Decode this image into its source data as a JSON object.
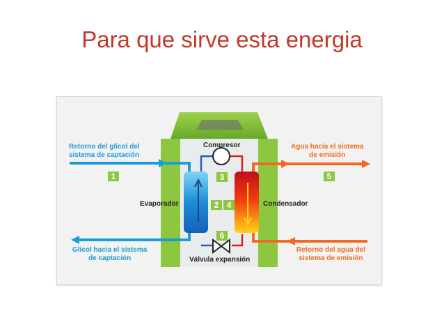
{
  "slide": {
    "title": "Para que sirve esta energia"
  },
  "diagram": {
    "labels": {
      "return_glycol": [
        "Retorno del glicol del",
        "sistema de captación"
      ],
      "glycol_to": [
        "Glicol hacia el sistema",
        "de captación"
      ],
      "water_to": [
        "Agua hacia el sistema",
        "de emisión"
      ],
      "water_return": [
        "Retorno del agua del",
        "sistema de emisión"
      ],
      "compressor": "Compresor",
      "evaporator": "Evaporador",
      "condenser": "Condensador",
      "valve": "Válvula expansión"
    },
    "steps": [
      "1",
      "2",
      "3",
      "4",
      "5",
      "6"
    ],
    "colors": {
      "cold": "#1e9cd7",
      "hot": "#f26a21",
      "frame": "#8dc63f",
      "title": "#c0392b"
    }
  }
}
